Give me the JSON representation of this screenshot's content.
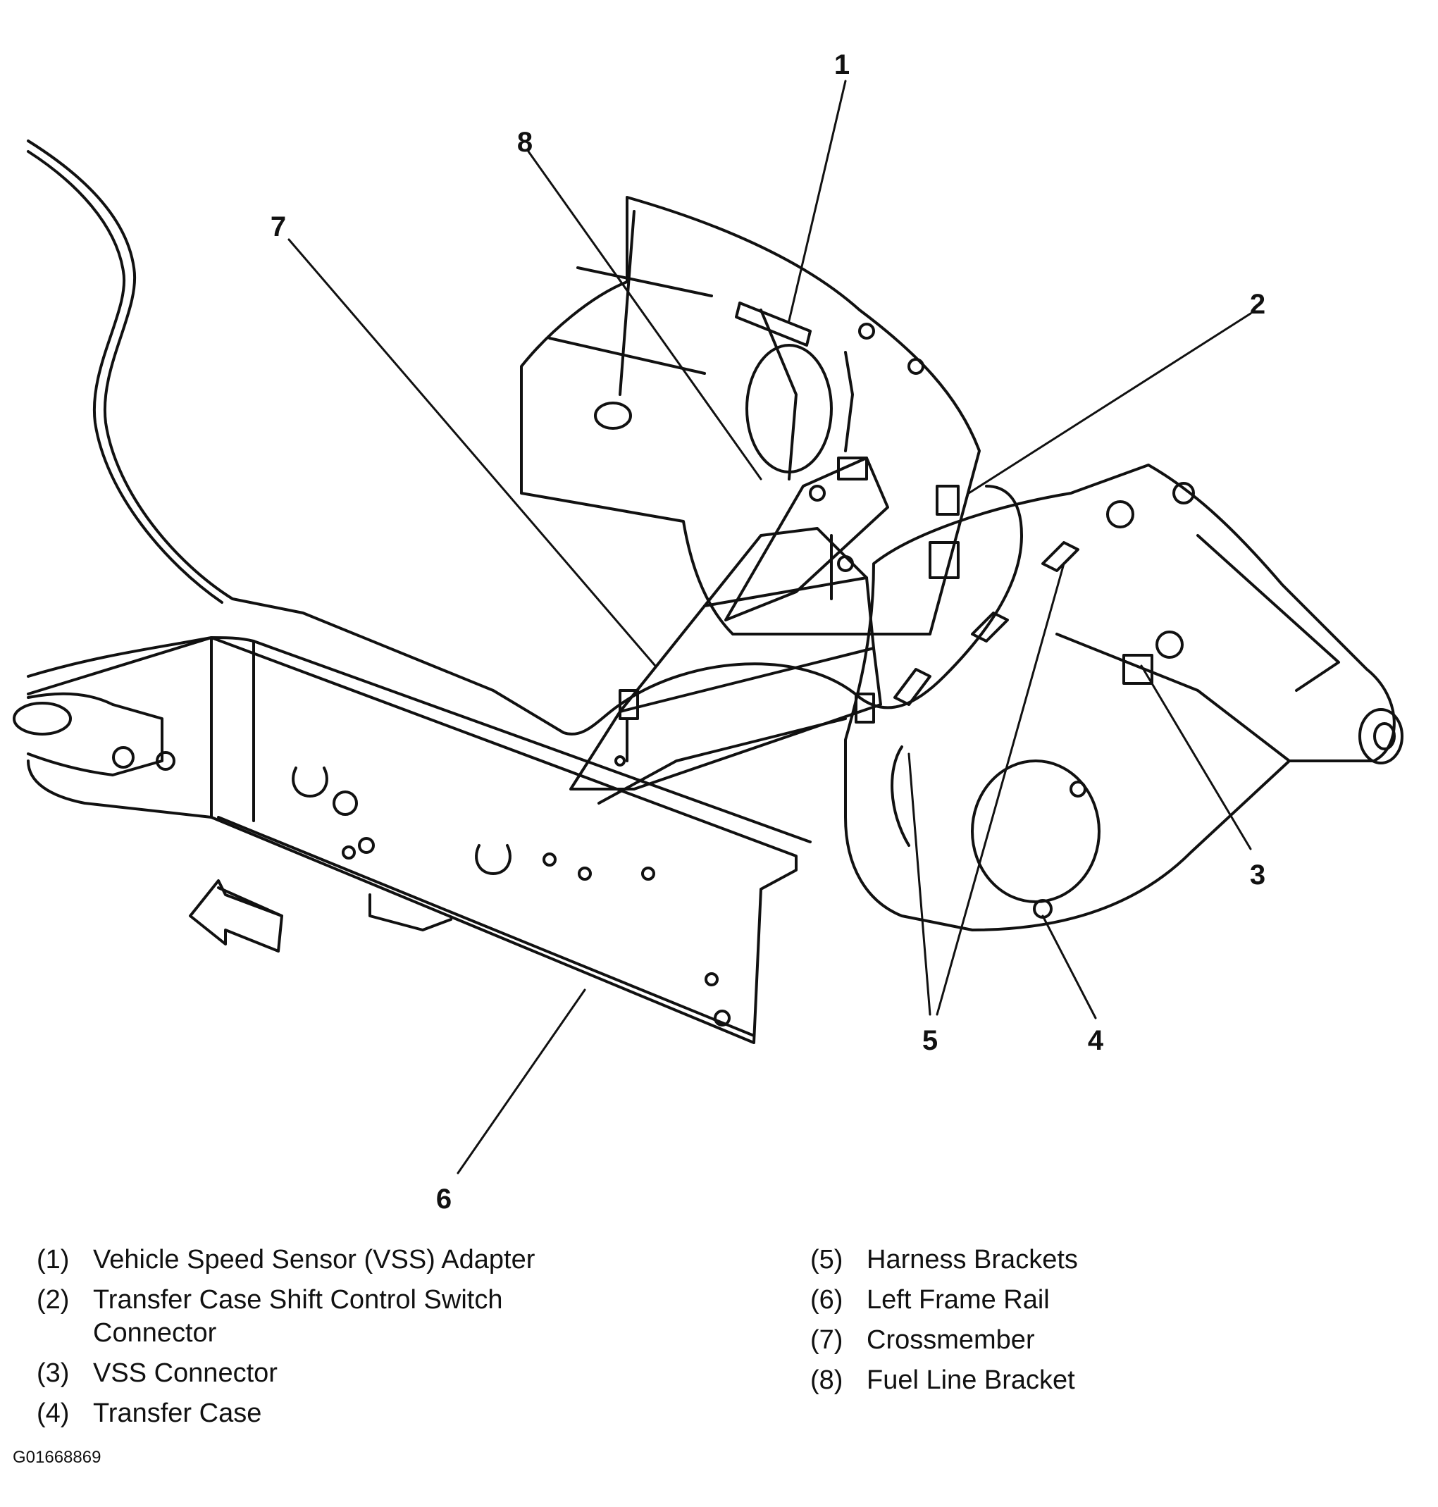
{
  "callouts": [
    {
      "number": "1"
    },
    {
      "number": "2"
    },
    {
      "number": "3"
    },
    {
      "number": "4"
    },
    {
      "number": "5"
    },
    {
      "number": "6"
    },
    {
      "number": "7"
    },
    {
      "number": "8"
    }
  ],
  "legend": {
    "left": [
      {
        "num": "(1)",
        "text": "Vehicle Speed Sensor (VSS) Adapter"
      },
      {
        "num": "(2)",
        "text": "Transfer Case Shift Control Switch Connector"
      },
      {
        "num": "(3)",
        "text": "VSS Connector"
      },
      {
        "num": "(4)",
        "text": "Transfer Case"
      }
    ],
    "right": [
      {
        "num": "(5)",
        "text": "Harness Brackets"
      },
      {
        "num": "(6)",
        "text": "Left Frame Rail"
      },
      {
        "num": "(7)",
        "text": "Crossmember"
      },
      {
        "num": "(8)",
        "text": "Fuel Line Bracket"
      }
    ]
  },
  "figure_id": "G01668869"
}
